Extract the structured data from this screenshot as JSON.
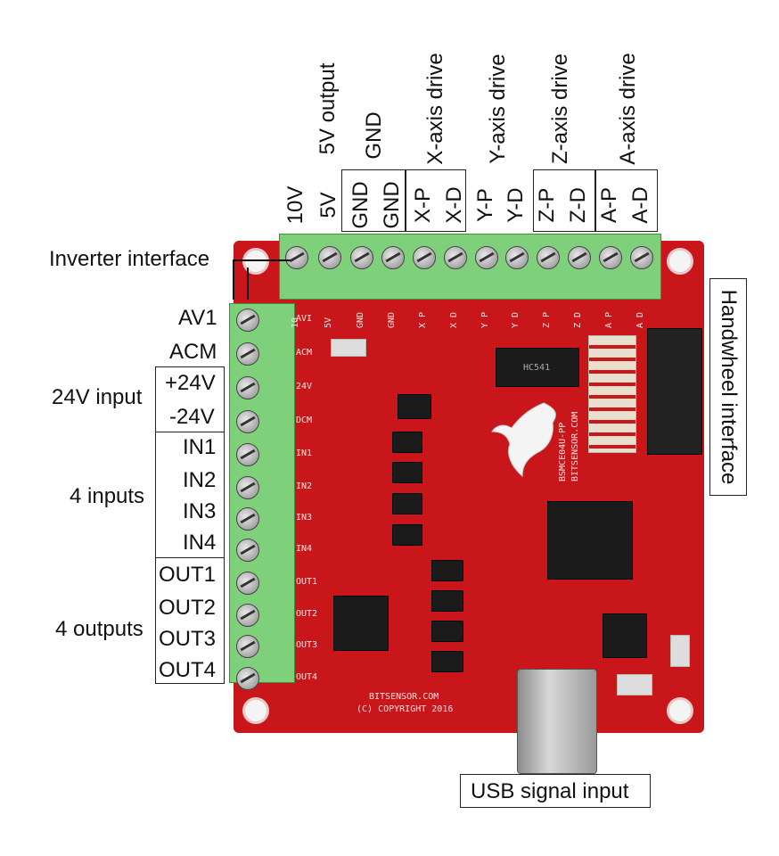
{
  "top_group_labels": {
    "five_v_output": "5V output",
    "gnd": "GND",
    "x_axis": "X-axis drive",
    "y_axis": "Y-axis drive",
    "z_axis": "Z-axis drive",
    "a_axis": "A-axis drive"
  },
  "top_pins": [
    "10V",
    "5V",
    "GND",
    "GND",
    "X-P",
    "X-D",
    "Y-P",
    "Y-D",
    "Z-P",
    "Z-D",
    "A-P",
    "A-D"
  ],
  "inverter_interface": "Inverter interface",
  "left_pins": {
    "av1": "AV1",
    "acm": "ACM",
    "p24v": "+24V",
    "m24v": "-24V",
    "in1": "IN1",
    "in2": "IN2",
    "in3": "IN3",
    "in4": "IN4",
    "out1": "OUT1",
    "out2": "OUT2",
    "out3": "OUT3",
    "out4": "OUT4"
  },
  "left_group_labels": {
    "input_24v": "24V input",
    "inputs": "4 inputs",
    "outputs": "4 outputs"
  },
  "handwheel_interface": "Handwheel interface",
  "usb_signal_input": "USB signal input",
  "board_silkscreen": {
    "top": [
      "10",
      "5V",
      "GND",
      "GND",
      "X P",
      "X D",
      "Y P",
      "Y D",
      "Z P",
      "Z D",
      "A P",
      "A D"
    ],
    "left": [
      "AVI",
      "ACM",
      "24V",
      "DCM",
      "IN1",
      "IN2",
      "IN3",
      "IN4",
      "OUT1",
      "OUT2",
      "OUT3",
      "OUT4"
    ],
    "product": "BSMCE04U-PP",
    "site": "BITSENSOR.COM",
    "footer_site": "BITSENSOR.COM",
    "copyright": "(C) COPYRIGHT 2016",
    "ic_label": "HC541"
  }
}
